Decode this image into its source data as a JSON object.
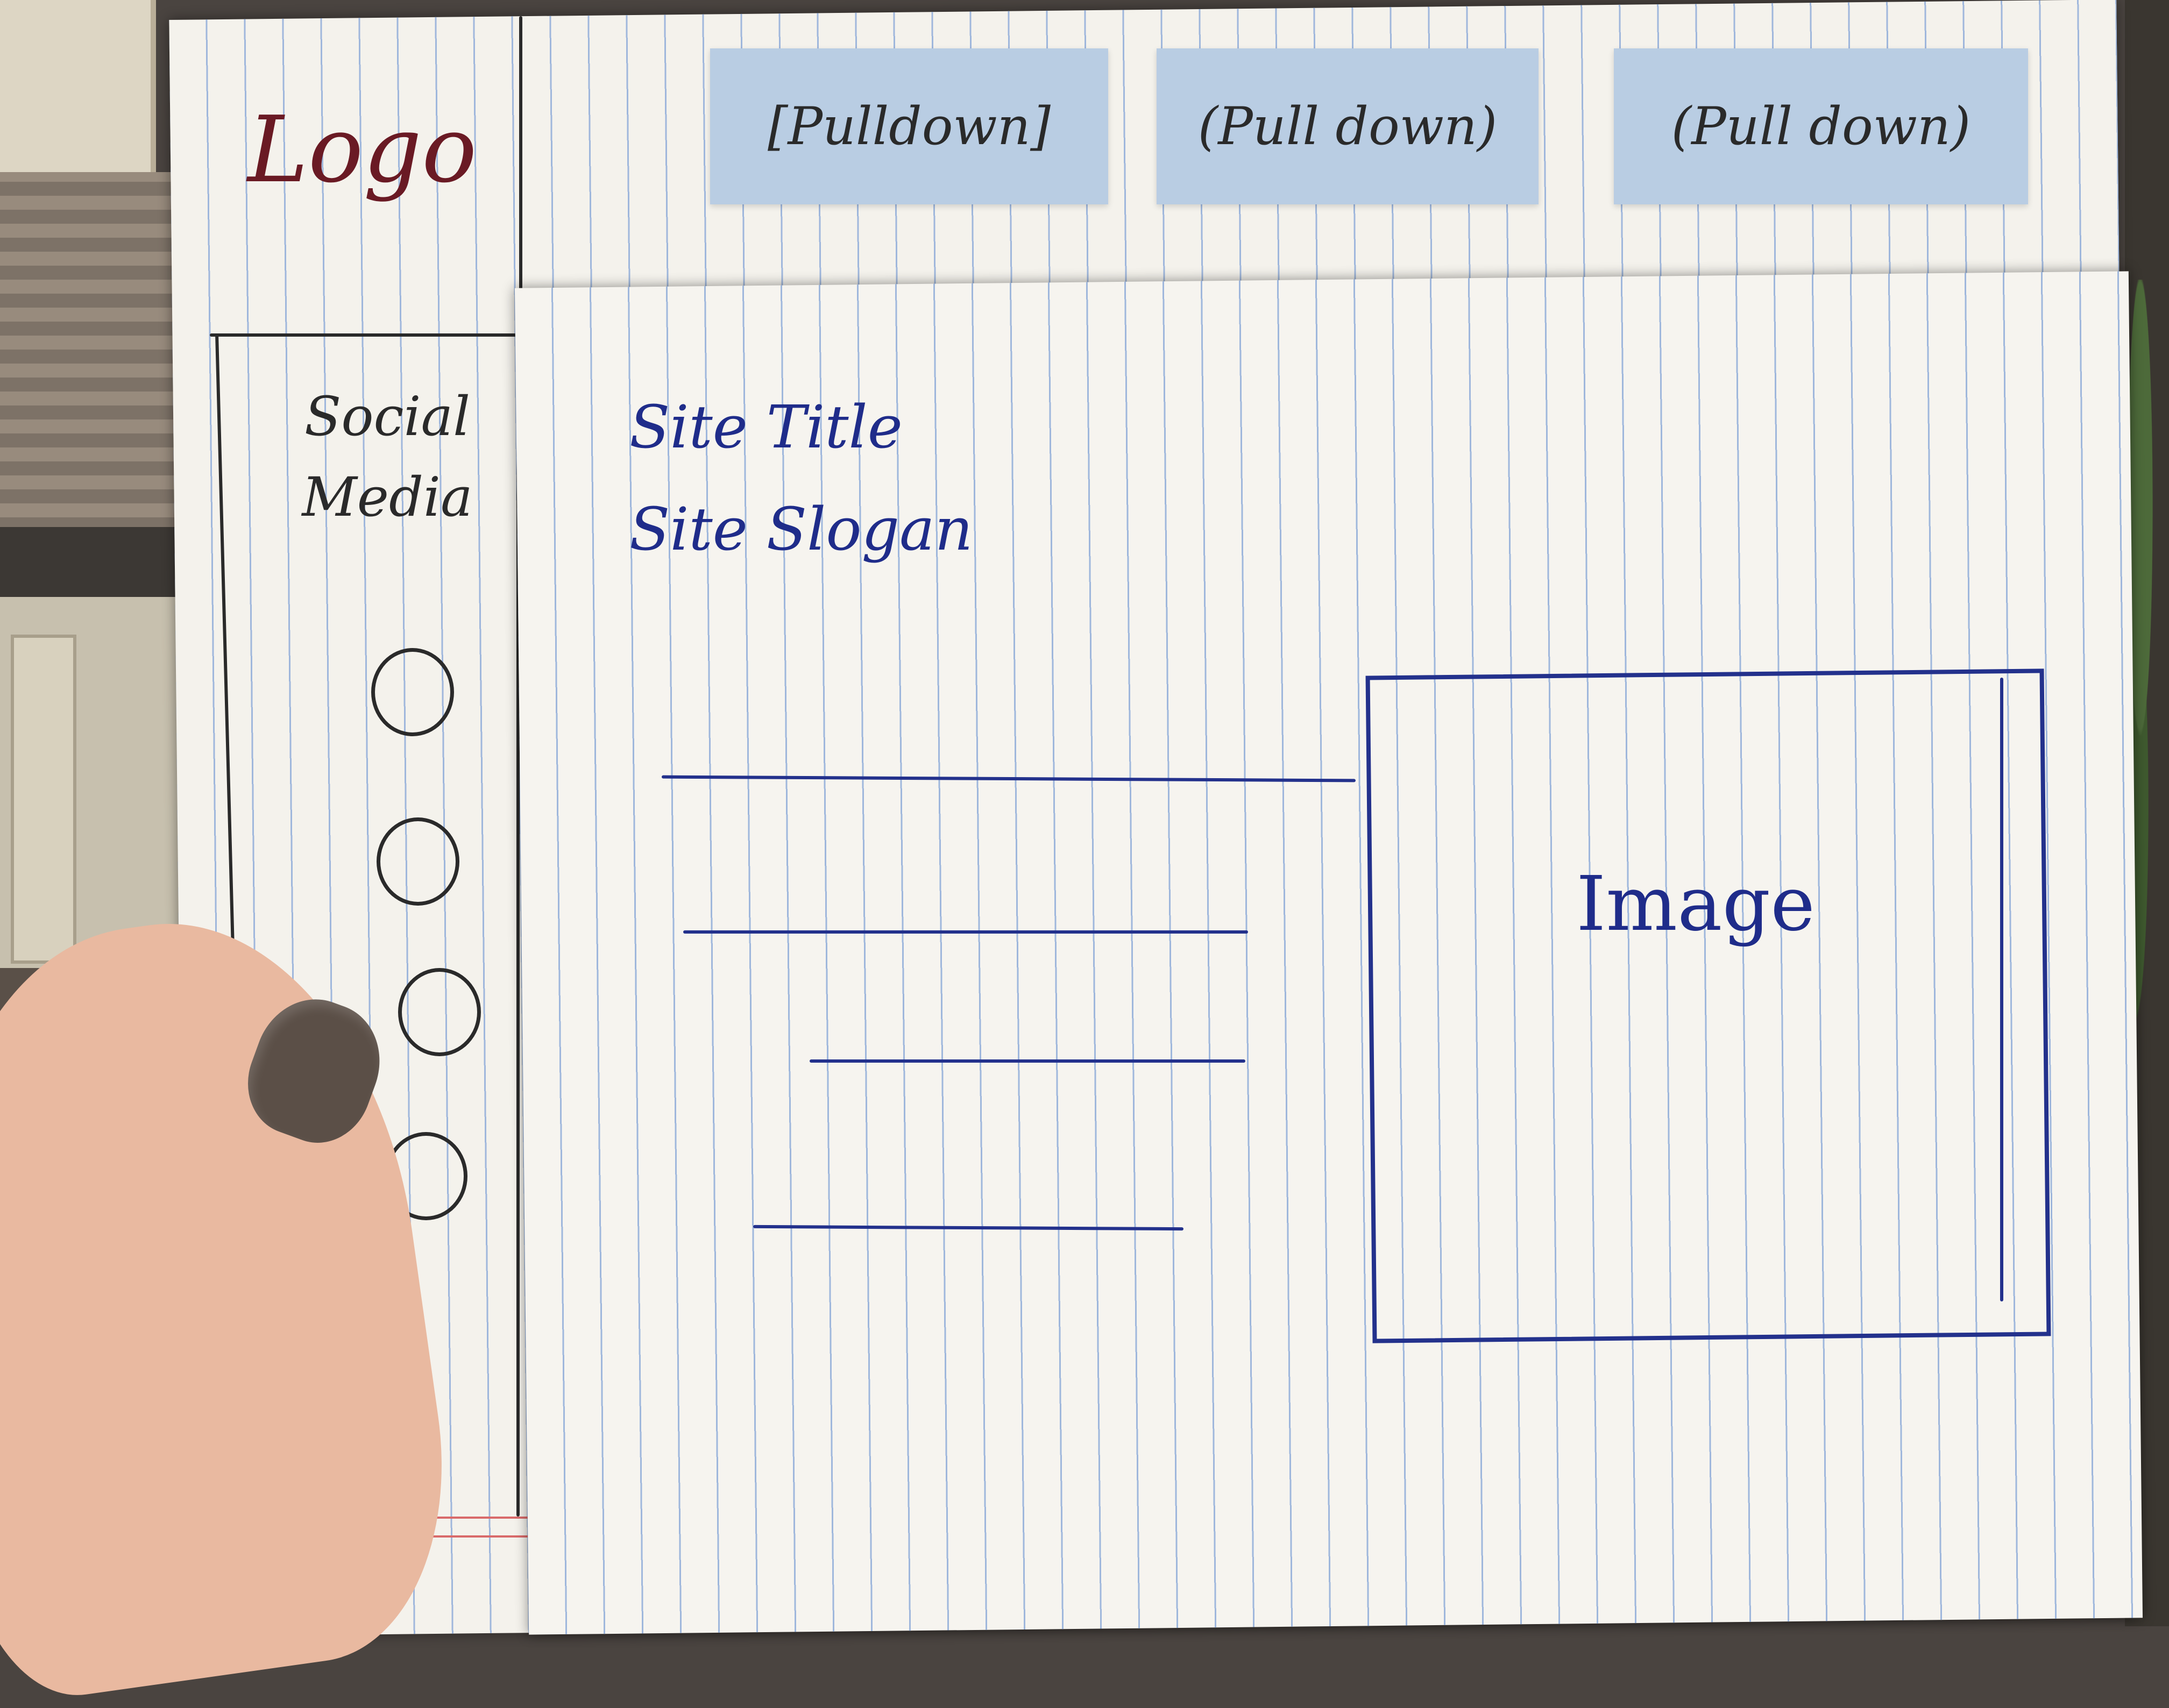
{
  "header": {
    "logo": "Logo",
    "pulldowns": [
      {
        "label": "[Pulldown]"
      },
      {
        "label": "(Pull down)"
      },
      {
        "label": "(Pull down)"
      }
    ]
  },
  "sidebar": {
    "title_line1": "Social",
    "title_line2": "Media",
    "icons": [
      "circle-icon",
      "circle-icon",
      "circle-icon",
      "circle-icon"
    ]
  },
  "main": {
    "site_title": "Site Title",
    "site_slogan": "Site Slogan",
    "image_label": "Image"
  },
  "colors": {
    "ink_blue": "#23318c",
    "sticky_blue": "#b9cde3",
    "logo_ink": "#6a1a24"
  }
}
